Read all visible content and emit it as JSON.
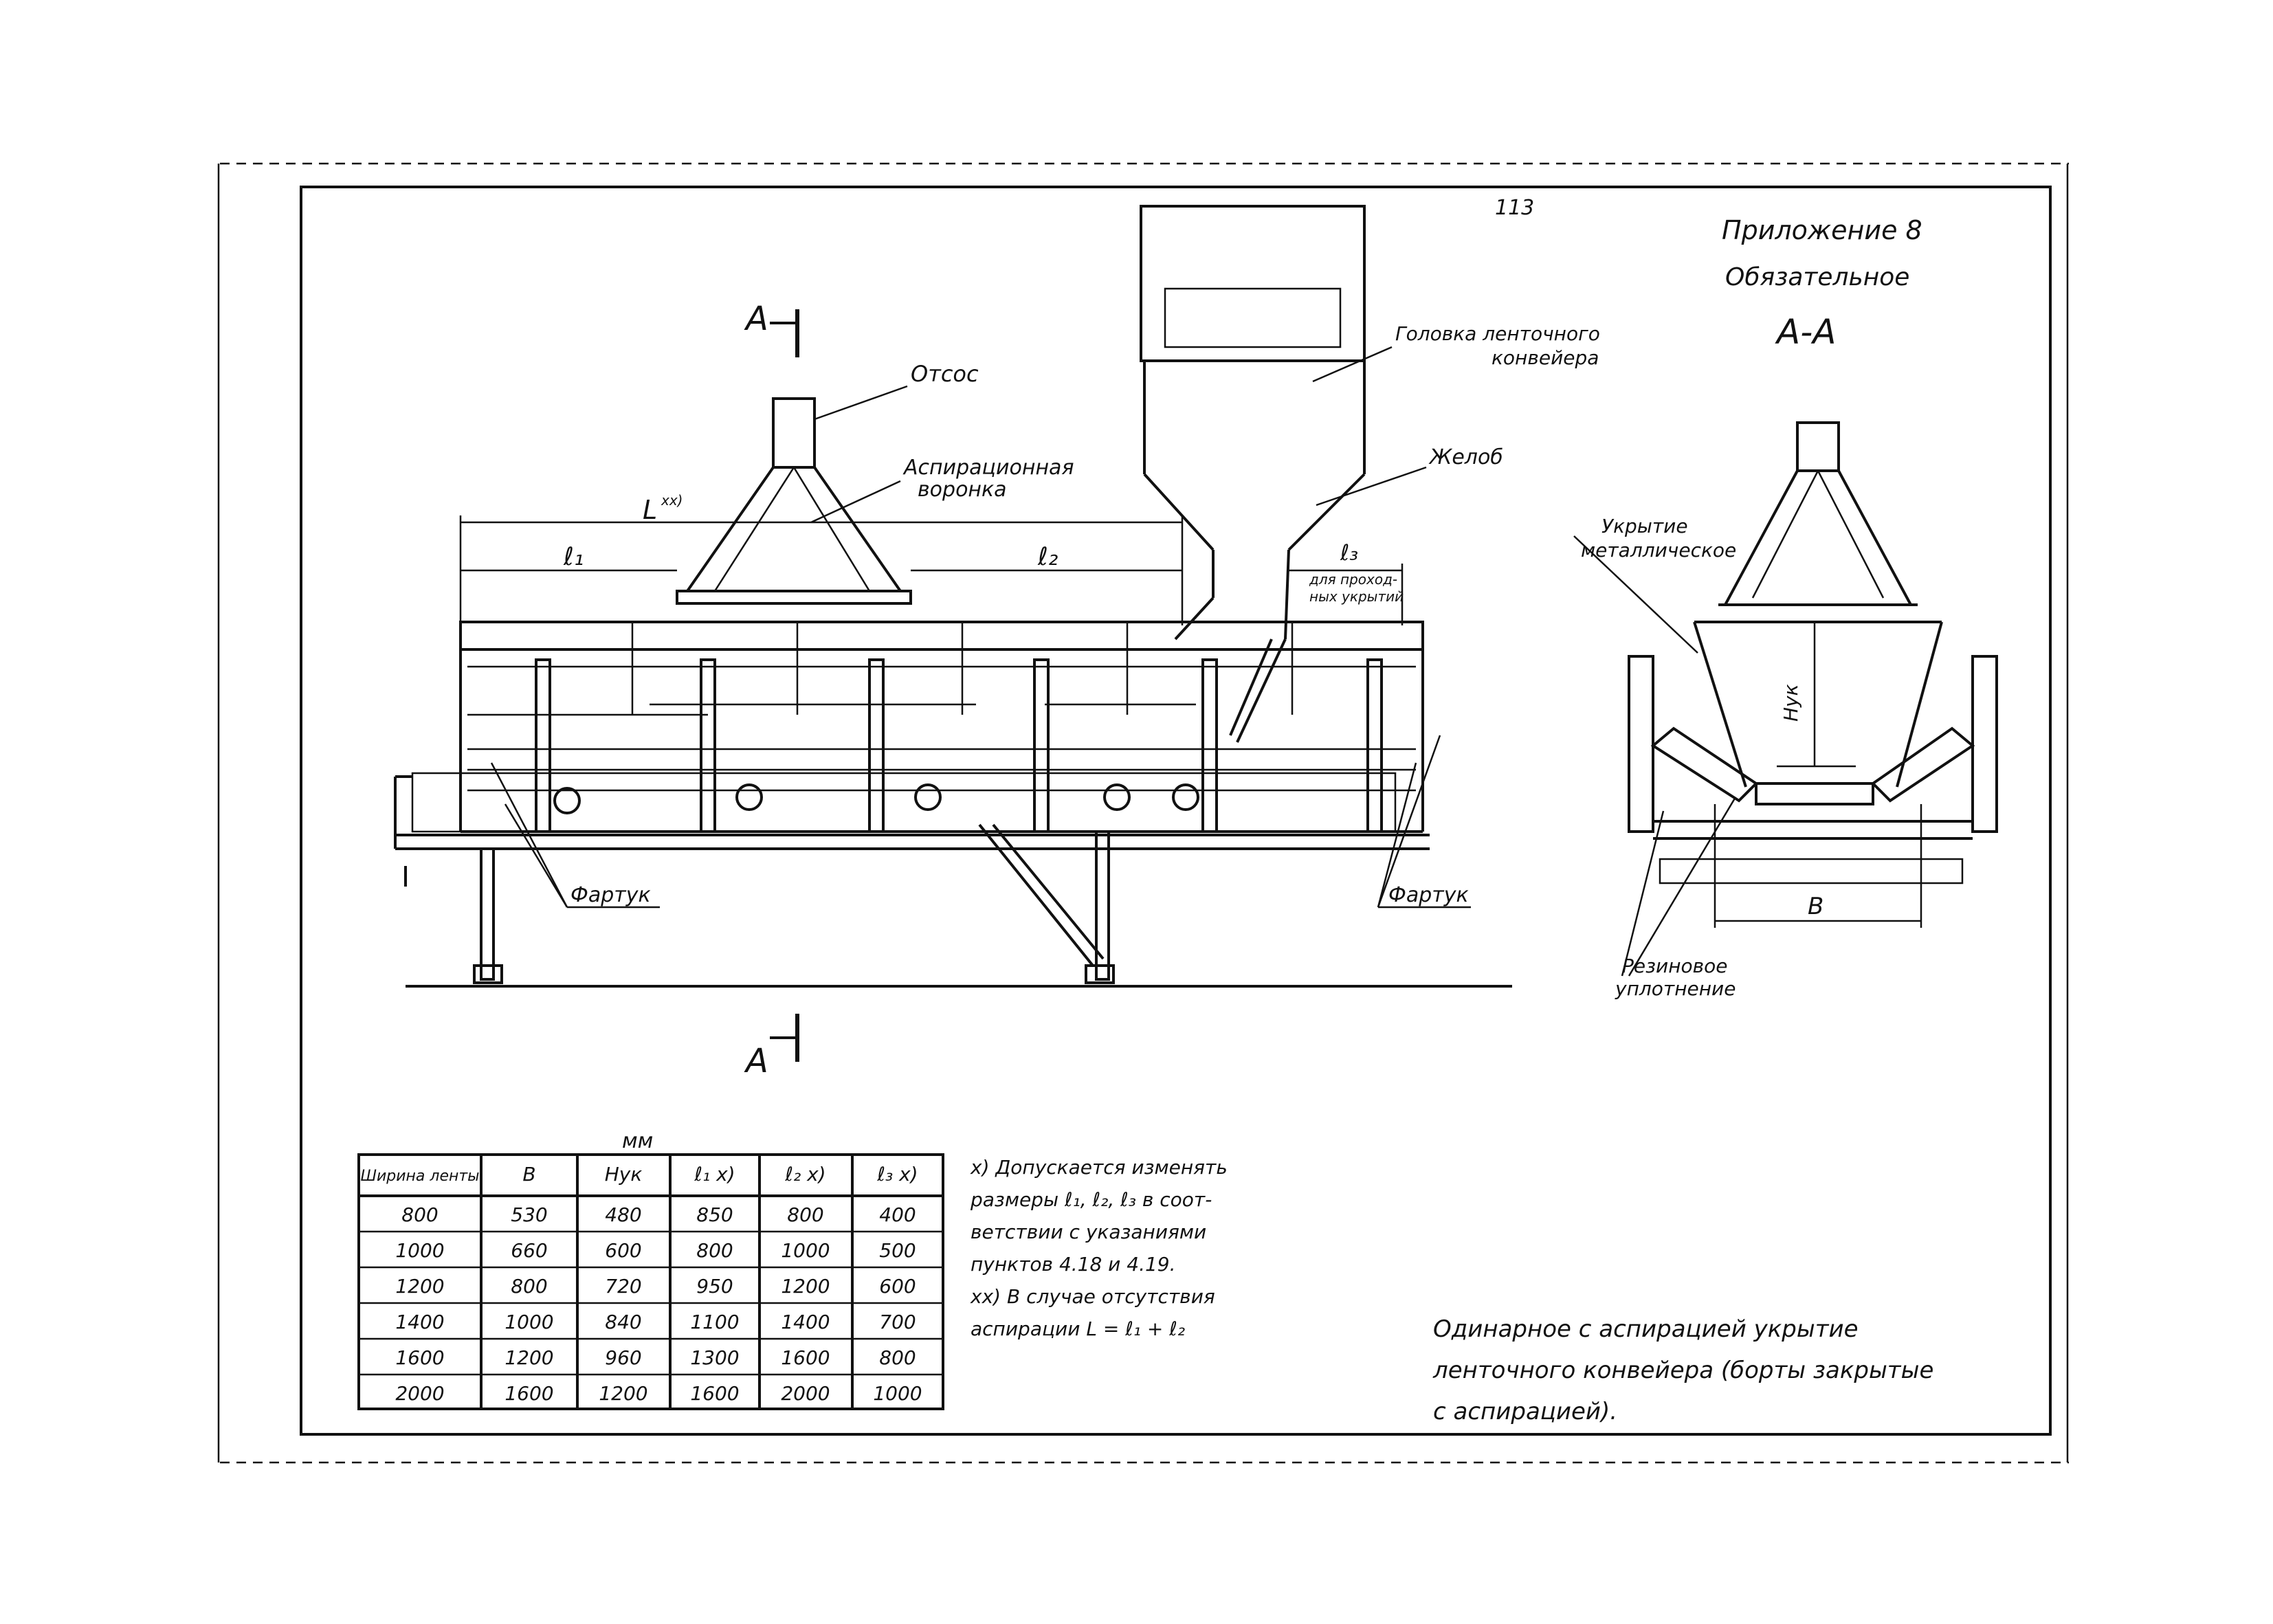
{
  "page_number": "113",
  "appendix": {
    "title": "Приложение 8",
    "status": "Обязательное"
  },
  "section": {
    "top_marker": "A",
    "bottom_marker": "A",
    "view_label": "A-A"
  },
  "labels": {
    "otsos": "Отсос",
    "aspiration_funnel_line1": "Аспирационная",
    "aspiration_funnel_line2": "воронка",
    "conveyor_head_line1": "Головка ленточного",
    "conveyor_head_line2": "конвейера",
    "chute": "Желоб",
    "dim_L": "L",
    "dim_L_note": "xx)",
    "dim_l1": "ℓ₁",
    "dim_l2": "ℓ₂",
    "dim_l3": "ℓ₃",
    "l3_note_line1": "для проход-",
    "l3_note_line2": "ных укрытий",
    "apron_left": "Фартук",
    "apron_right": "Фартук",
    "metal_cover_line1": "Укрытие",
    "metal_cover_line2": "металлическое",
    "nuk": "Нук",
    "dim_B": "В",
    "rubber_seal_line1": "Резиновое",
    "rubber_seal_line2": "уплотнение"
  },
  "table": {
    "unit": "мм",
    "headers": [
      "Ширина ленты",
      "В",
      "Нук",
      "ℓ₁ x)",
      "ℓ₂ x)",
      "ℓ₃ x)"
    ],
    "rows": [
      [
        "800",
        "530",
        "480",
        "850",
        "800",
        "400"
      ],
      [
        "1000",
        "660",
        "600",
        "800",
        "1000",
        "500"
      ],
      [
        "1200",
        "800",
        "720",
        "950",
        "1200",
        "600"
      ],
      [
        "1400",
        "1000",
        "840",
        "1100",
        "1400",
        "700"
      ],
      [
        "1600",
        "1200",
        "960",
        "1300",
        "1600",
        "800"
      ],
      [
        "2000",
        "1600",
        "1200",
        "1600",
        "2000",
        "1000"
      ]
    ]
  },
  "notes": [
    "x) Допускается изменять",
    "размеры ℓ₁, ℓ₂, ℓ₃ в соот-",
    "ветствии с указаниями",
    "пунктов 4.18 и 4.19.",
    "xx) В случае отсутствия",
    "аспирации L = ℓ₁ + ℓ₂"
  ],
  "caption": [
    "Одинарное с аспирацией укрытие",
    "ленточного конвейера (борты закрытые",
    "с аспирацией)."
  ]
}
